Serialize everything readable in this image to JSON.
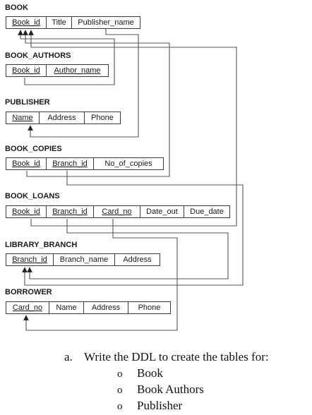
{
  "relations": {
    "book": {
      "name": "BOOK",
      "attrs": [
        "Book_id",
        "Title",
        "Publisher_name"
      ]
    },
    "book_authors": {
      "name": "BOOK_AUTHORS",
      "attrs": [
        "Book_id",
        "Author_name"
      ]
    },
    "publisher": {
      "name": "PUBLISHER",
      "attrs": [
        "Name",
        "Address",
        "Phone"
      ]
    },
    "book_copies": {
      "name": "BOOK_COPIES",
      "attrs": [
        "Book_id",
        "Branch_id",
        "No_of_copies"
      ]
    },
    "book_loans": {
      "name": "BOOK_LOANS",
      "attrs": [
        "Book_id",
        "Branch_id",
        "Card_no",
        "Date_out",
        "Due_date"
      ]
    },
    "library_branch": {
      "name": "LIBRARY_BRANCH",
      "attrs": [
        "Branch_id",
        "Branch_name",
        "Address"
      ]
    },
    "borrower": {
      "name": "BORROWER",
      "attrs": [
        "Card_no",
        "Name",
        "Address",
        "Phone"
      ]
    }
  },
  "question": {
    "label": "a.",
    "text": "Write the DDL to create the tables for:",
    "bullet_symbol": "o",
    "items": [
      "Book",
      "Book Authors",
      "Publisher"
    ]
  },
  "colors": {
    "line": "#555555",
    "border": "#3a3a3a"
  }
}
